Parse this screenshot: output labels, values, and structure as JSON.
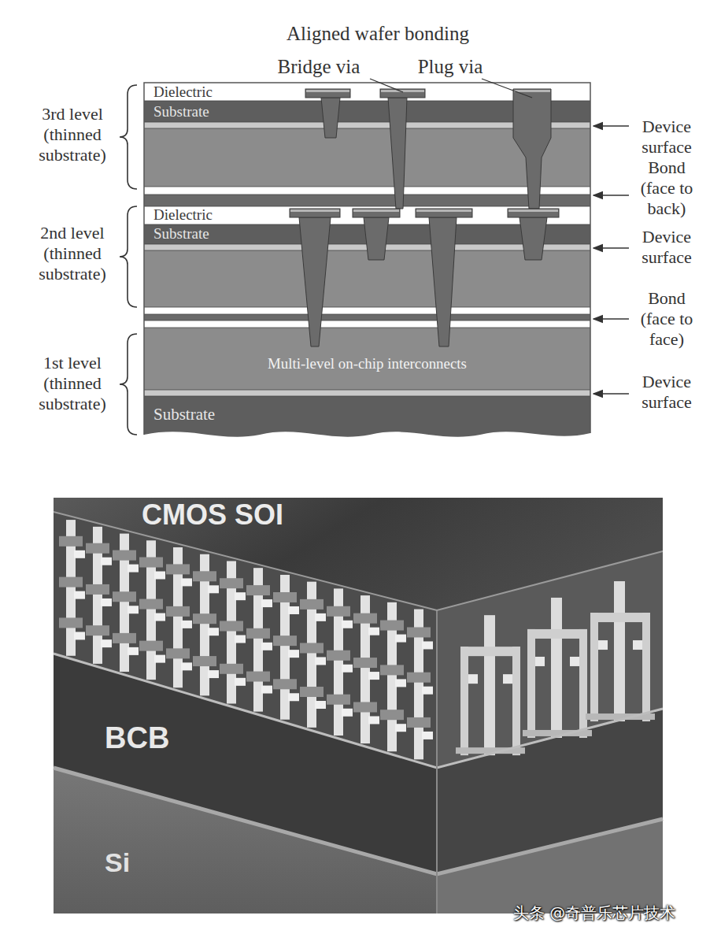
{
  "diagram": {
    "nodes": [
      {
        "text": [
          "Dielectric"
        ]
      },
      {
        "text": [
          "Substrate"
        ]
      },
      {
        "text": [
          "Dielectric"
        ]
      },
      {
        "text": [
          "Substrate"
        ]
      },
      {
        "text": [
          "Multi-level on-chip interconnects"
        ]
      },
      {
        "text": [
          "Substrate"
        ]
      }
    ],
    "labels": [
      "Aligned wafer bonding",
      "Bridge via",
      "Plug via",
      "3rd level (thinned substrate)",
      "Device surface",
      "Bond (face to back)",
      "2nd level (thinned substrate)",
      "Device surface",
      "Bond (face to face)",
      "1st level (thinned substrate)",
      "Device surface",
      "CMOS SOI",
      "BCB",
      "Si",
      "头条 @奇普乐芯片技术"
    ]
  }
}
